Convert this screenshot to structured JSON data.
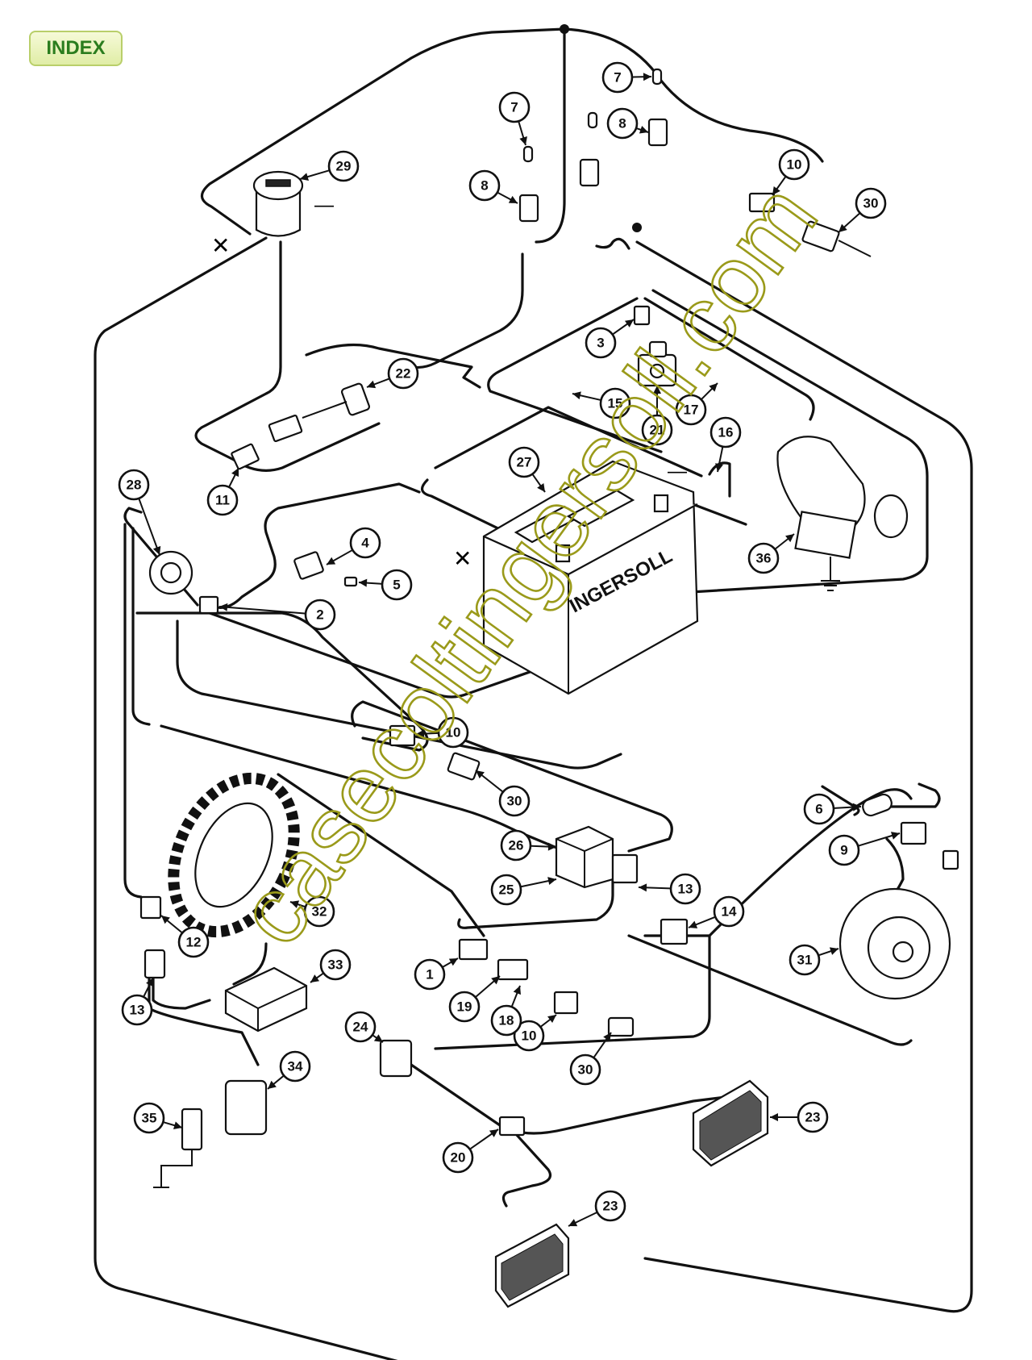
{
  "nav": {
    "index_label": "INDEX"
  },
  "diagram": {
    "battery_brand": "INGERSOLL",
    "watermark": "casecoltingersoll.com",
    "polarity": {
      "negative": "—",
      "cross": "✕"
    },
    "callouts": [
      {
        "id": "c1",
        "label": "1"
      },
      {
        "id": "c2",
        "label": "2"
      },
      {
        "id": "c3",
        "label": "3"
      },
      {
        "id": "c4",
        "label": "4"
      },
      {
        "id": "c5",
        "label": "5"
      },
      {
        "id": "c6",
        "label": "6"
      },
      {
        "id": "c7a",
        "label": "7"
      },
      {
        "id": "c7b",
        "label": "7"
      },
      {
        "id": "c8a",
        "label": "8"
      },
      {
        "id": "c8b",
        "label": "8"
      },
      {
        "id": "c9",
        "label": "9"
      },
      {
        "id": "c10a",
        "label": "10"
      },
      {
        "id": "c10b",
        "label": "10"
      },
      {
        "id": "c10c",
        "label": "10"
      },
      {
        "id": "c11",
        "label": "11"
      },
      {
        "id": "c12",
        "label": "12"
      },
      {
        "id": "c13a",
        "label": "13"
      },
      {
        "id": "c13b",
        "label": "13"
      },
      {
        "id": "c14",
        "label": "14"
      },
      {
        "id": "c15",
        "label": "15"
      },
      {
        "id": "c16",
        "label": "16"
      },
      {
        "id": "c17",
        "label": "17"
      },
      {
        "id": "c18",
        "label": "18"
      },
      {
        "id": "c19",
        "label": "19"
      },
      {
        "id": "c20",
        "label": "20"
      },
      {
        "id": "c21",
        "label": "21"
      },
      {
        "id": "c22",
        "label": "22"
      },
      {
        "id": "c23a",
        "label": "23"
      },
      {
        "id": "c23b",
        "label": "23"
      },
      {
        "id": "c24",
        "label": "24"
      },
      {
        "id": "c25",
        "label": "25"
      },
      {
        "id": "c26",
        "label": "26"
      },
      {
        "id": "c27",
        "label": "27"
      },
      {
        "id": "c28",
        "label": "28"
      },
      {
        "id": "c29",
        "label": "29"
      },
      {
        "id": "c30a",
        "label": "30"
      },
      {
        "id": "c30b",
        "label": "30"
      },
      {
        "id": "c30c",
        "label": "30"
      },
      {
        "id": "c31",
        "label": "31"
      },
      {
        "id": "c32",
        "label": "32"
      },
      {
        "id": "c33",
        "label": "33"
      },
      {
        "id": "c34",
        "label": "34"
      },
      {
        "id": "c35",
        "label": "35"
      },
      {
        "id": "c36",
        "label": "36"
      }
    ]
  }
}
